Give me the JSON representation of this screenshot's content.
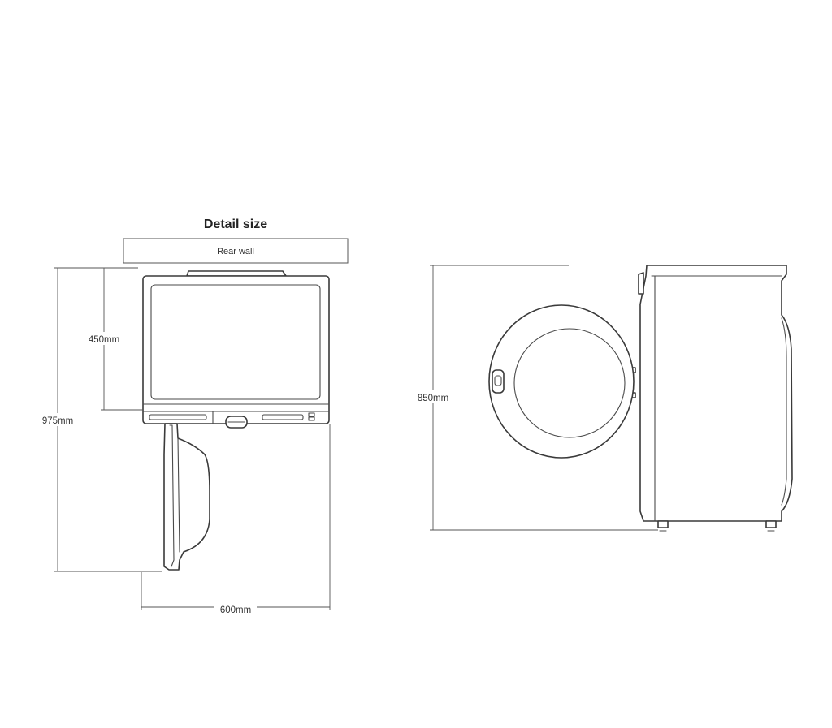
{
  "title": "Detail size",
  "rear_wall_label": "Rear wall",
  "top_view": {
    "depth_label": "450mm",
    "depth_open_label": "975mm",
    "width_label": "600mm"
  },
  "side_view": {
    "height_label": "850mm"
  }
}
